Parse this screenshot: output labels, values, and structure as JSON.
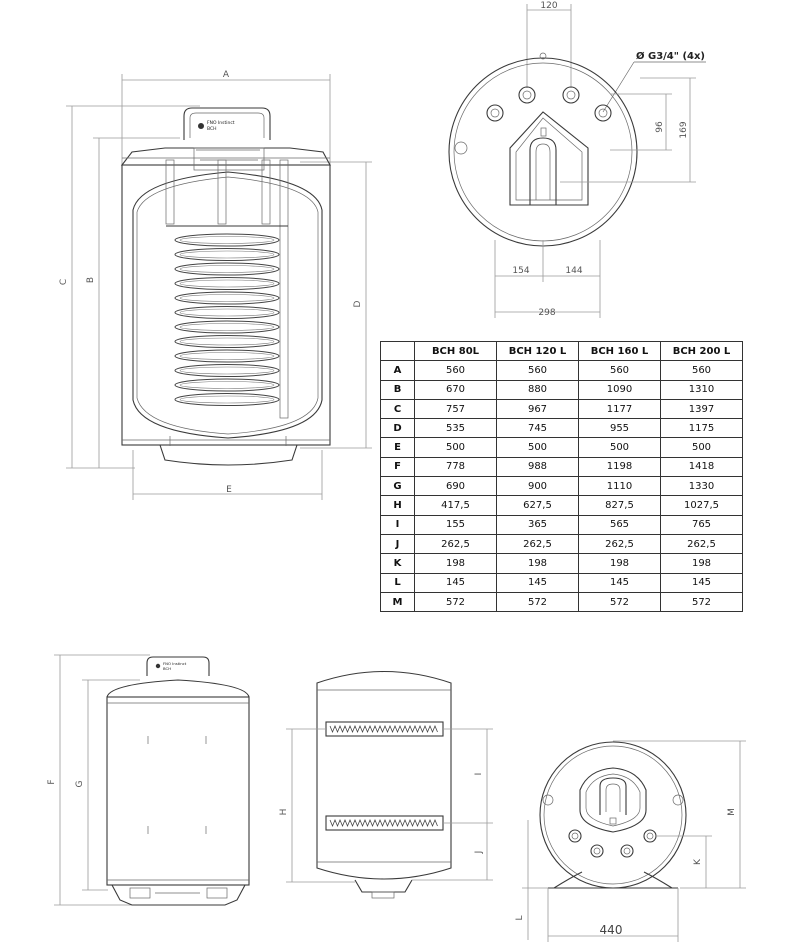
{
  "table": {
    "columns": [
      "BCH 80L",
      "BCH 120 L",
      "BCH 160 L",
      "BCH 200 L"
    ],
    "rows": [
      {
        "label": "A",
        "values": [
          "560",
          "560",
          "560",
          "560"
        ]
      },
      {
        "label": "B",
        "values": [
          "670",
          "880",
          "1090",
          "1310"
        ]
      },
      {
        "label": "C",
        "values": [
          "757",
          "967",
          "1177",
          "1397"
        ]
      },
      {
        "label": "D",
        "values": [
          "535",
          "745",
          "955",
          "1175"
        ]
      },
      {
        "label": "E",
        "values": [
          "500",
          "500",
          "500",
          "500"
        ]
      },
      {
        "label": "F",
        "values": [
          "778",
          "988",
          "1198",
          "1418"
        ]
      },
      {
        "label": "G",
        "values": [
          "690",
          "900",
          "1110",
          "1330"
        ]
      },
      {
        "label": "H",
        "values": [
          "417,5",
          "627,5",
          "827,5",
          "1027,5"
        ]
      },
      {
        "label": "I",
        "values": [
          "155",
          "365",
          "565",
          "765"
        ]
      },
      {
        "label": "J",
        "values": [
          "262,5",
          "262,5",
          "262,5",
          "262,5"
        ]
      },
      {
        "label": "K",
        "values": [
          "198",
          "198",
          "198",
          "198"
        ]
      },
      {
        "label": "L",
        "values": [
          "145",
          "145",
          "145",
          "145"
        ]
      },
      {
        "label": "M",
        "values": [
          "572",
          "572",
          "572",
          "572"
        ]
      }
    ]
  },
  "top_view": {
    "dim_top": "120",
    "thread_label": "Ø G3/4\" (4x)",
    "dim_96": "96",
    "dim_169": "169",
    "dim_154": "154",
    "dim_144": "144",
    "dim_298": "298"
  },
  "front_section": {
    "label_a": "A",
    "label_b": "B",
    "label_c": "C",
    "label_d": "D",
    "label_e": "E",
    "badge_line1": "FNO Instinct",
    "badge_line2": "BCH"
  },
  "bottom_front": {
    "label_f": "F",
    "label_g": "G",
    "badge_line1": "FNO Instinct",
    "badge_line2": "BCH"
  },
  "bottom_side": {
    "label_h": "H",
    "label_i": "I",
    "label_j": "J"
  },
  "bottom_end": {
    "label_m": "M",
    "label_k": "K",
    "label_l": "L",
    "dim_440": "440"
  }
}
